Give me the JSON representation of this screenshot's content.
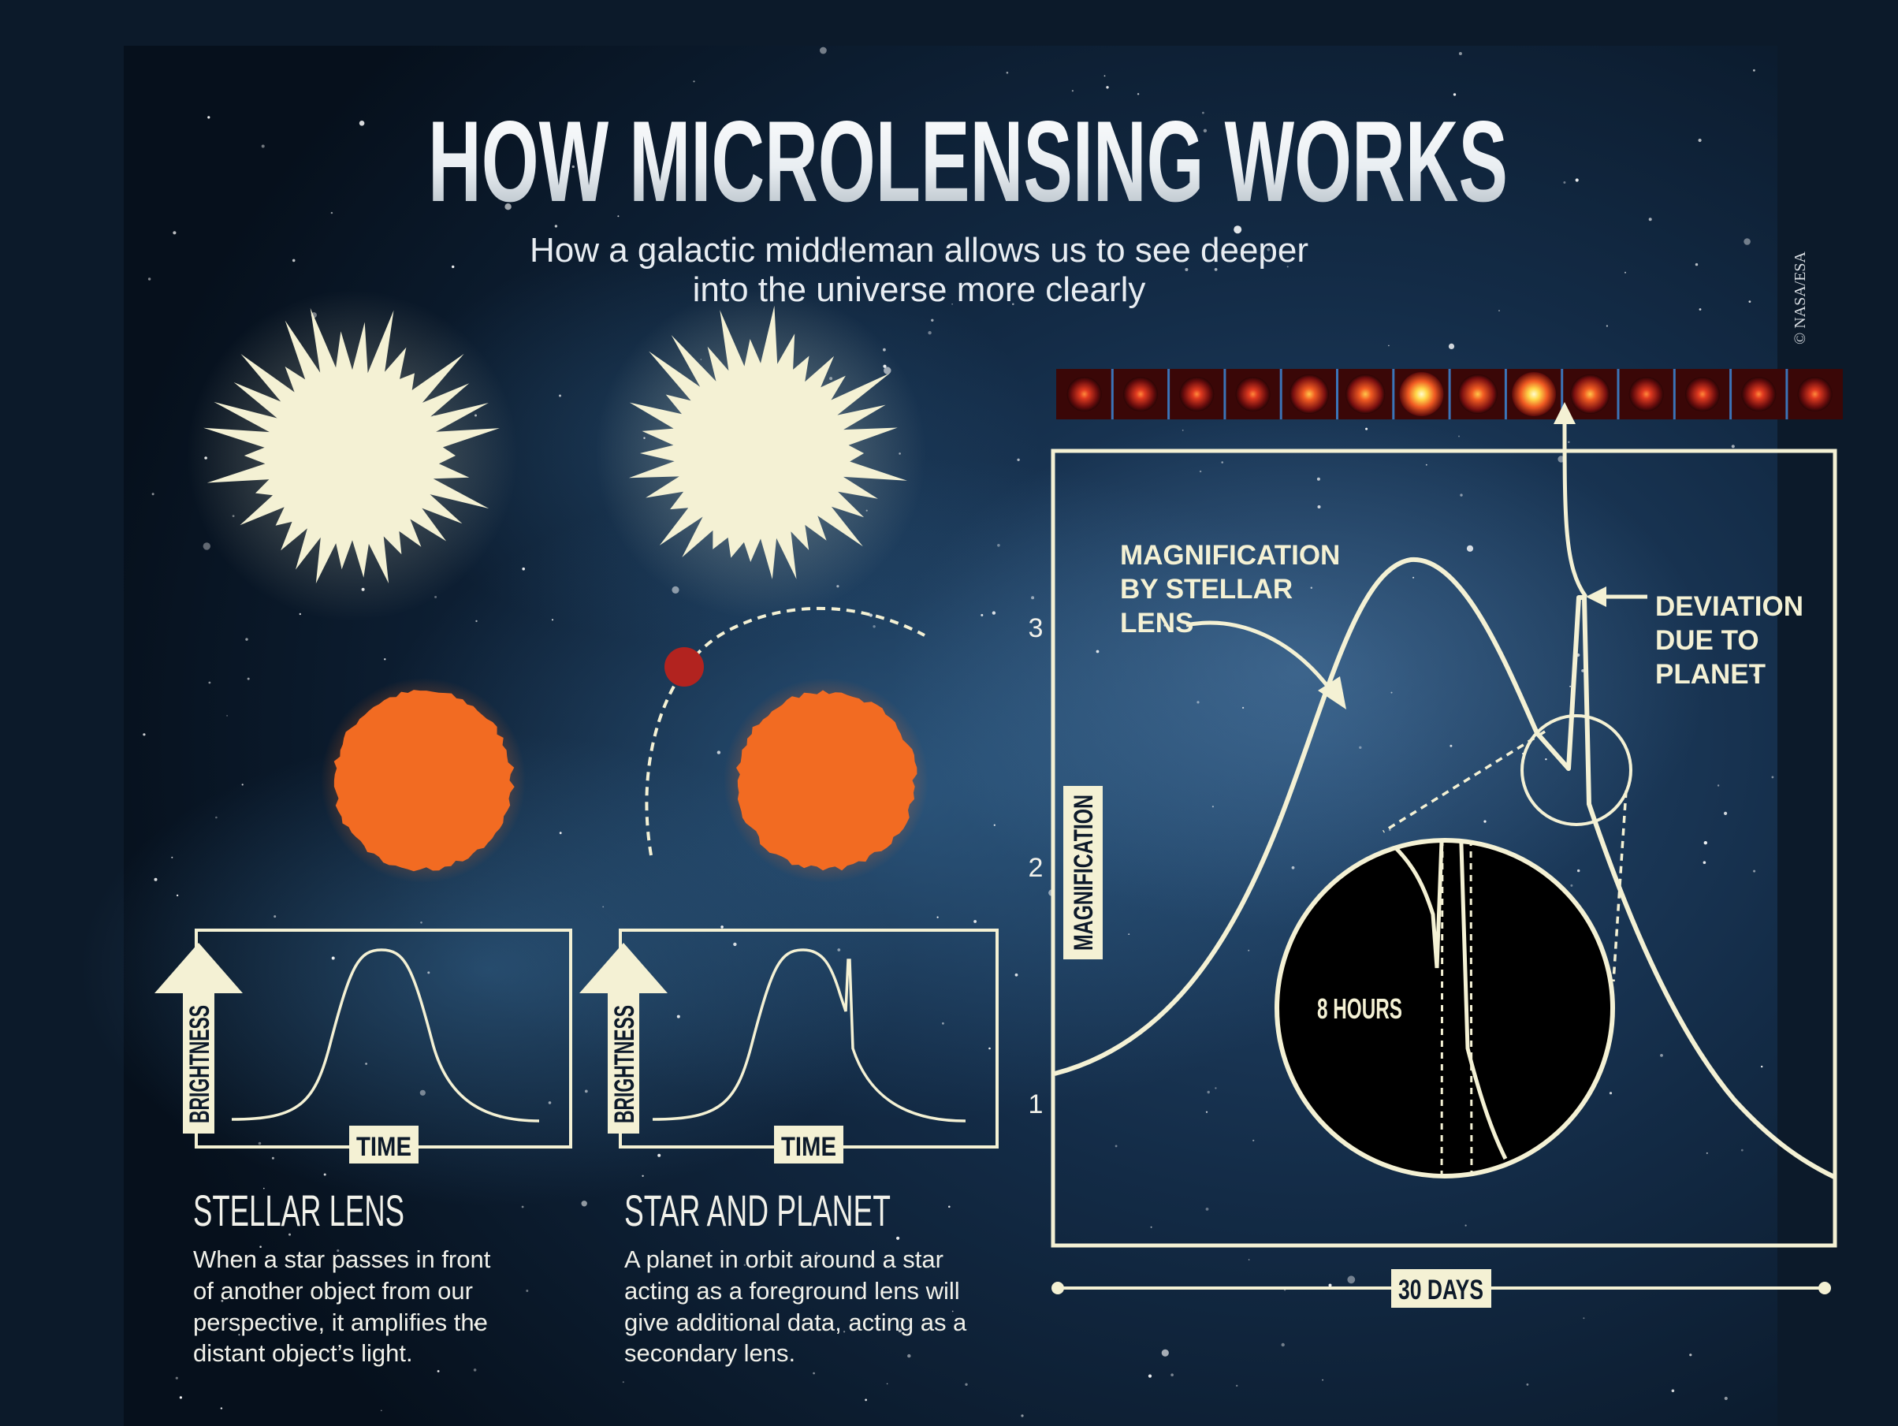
{
  "title": "HOW MICROLENSING WORKS",
  "subtitle_lines": [
    "How a galactic middleman allows us to see deeper",
    "into the universe more clearly"
  ],
  "credit": "© NASA/ESA",
  "colors": {
    "cream": "#f4f1d4",
    "orange_star": "#f26b22",
    "planet_red": "#b2231f",
    "frame_bg": "#0c1a2a",
    "sky_dark": "#07111f",
    "sky_mid": "#1d3f63"
  },
  "panels": {
    "stellar_lens": {
      "heading": "STELLAR LENS",
      "body_lines": [
        "When a star passes in front",
        "of another object from our",
        "perspective, it amplifies the",
        "distant object’s light."
      ],
      "y_axis_label": "BRIGHTNESS",
      "x_axis_label": "TIME"
    },
    "star_and_planet": {
      "heading": "STAR AND PLANET",
      "body_lines": [
        "A planet in orbit around a star",
        "acting as a foreground lens will",
        "give additional data, acting as a",
        "secondary lens."
      ],
      "y_axis_label": "BRIGHTNESS",
      "x_axis_label": "TIME"
    }
  },
  "main_chart": {
    "y_axis_label": "MAGNIFICATION",
    "y_ticks": [
      "3",
      "2",
      "1"
    ],
    "annotation_stellar_lines": [
      "MAGNIFICATION",
      "BY STELLAR",
      "LENS"
    ],
    "annotation_planet_lines": [
      "DEVIATION",
      "DUE TO",
      "PLANET"
    ],
    "inset_label": "8 HOURS",
    "duration_label": "30 DAYS"
  }
}
